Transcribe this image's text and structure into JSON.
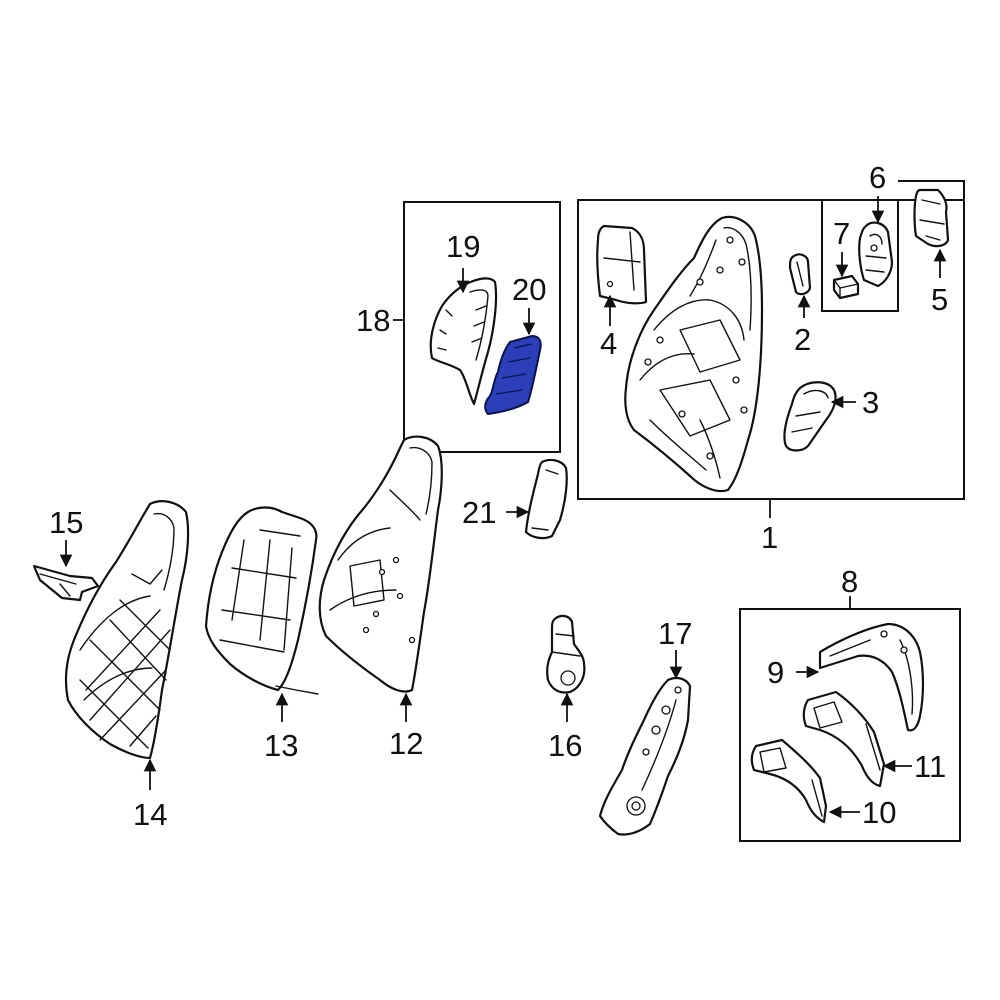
{
  "diagram": {
    "highlight_color": "#2a3fb8",
    "line_color": "#111111",
    "background": "#ffffff",
    "callouts": {
      "c1": "1",
      "c2": "2",
      "c3": "3",
      "c4": "4",
      "c5": "5",
      "c6": "6",
      "c7": "7",
      "c8": "8",
      "c9": "9",
      "c10": "10",
      "c11": "11",
      "c12": "12",
      "c13": "13",
      "c14": "14",
      "c15": "15",
      "c16": "16",
      "c17": "17",
      "c18": "18",
      "c19": "19",
      "c20": "20",
      "c21": "21"
    },
    "highlighted_part": "20"
  }
}
